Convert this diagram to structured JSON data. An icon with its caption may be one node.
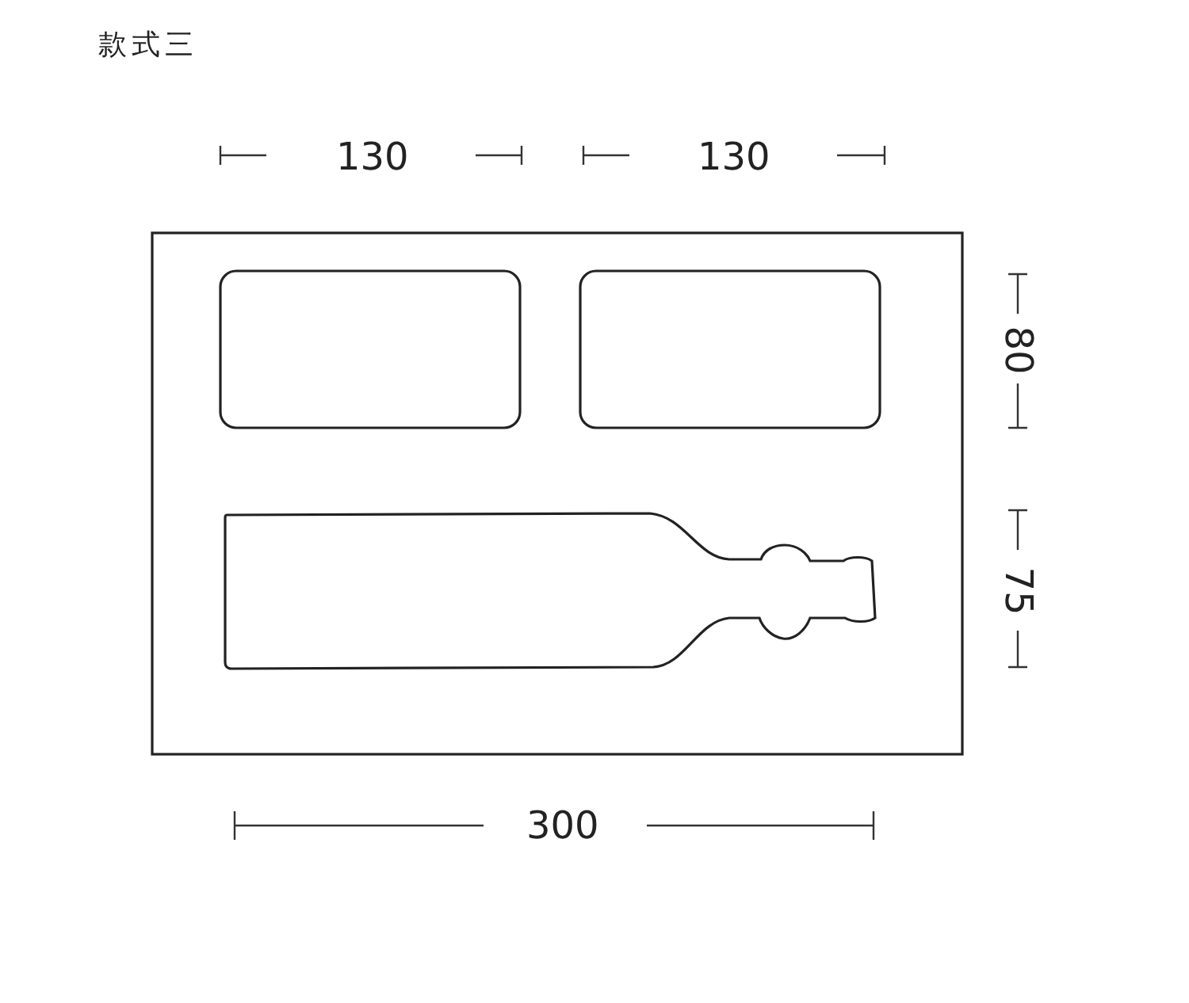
{
  "diagram": {
    "title": "款式三",
    "labels": [
      "130",
      "130",
      "80",
      "75",
      "300"
    ]
  }
}
